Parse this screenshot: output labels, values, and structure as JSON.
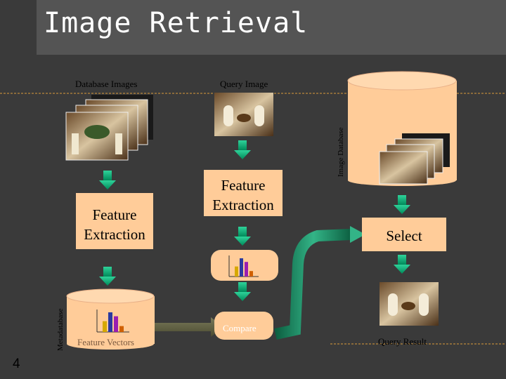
{
  "title": "Image Retrieval",
  "labels": {
    "database_images": "Database Images",
    "query_image": "Query Image",
    "image_database": "Image Database",
    "feature_extraction_left": "Feature Extraction",
    "feature_extraction_right": "Feature Extraction",
    "select": "Select",
    "metadatabase": "Metadatabase",
    "feature_vectors": "Feature Vectors",
    "compare": "Compare",
    "query_result": "Query Result"
  },
  "page_number": "4",
  "colors": {
    "background": "#3a3a3a",
    "title_band": "#545454",
    "box_fill": "#ffcc99",
    "arrow_fill": "#00a070",
    "curved_arrow": "#1e8a60"
  },
  "histogram_bars": [
    {
      "value": 0.55,
      "color": "#d6a800"
    },
    {
      "value": 1.0,
      "color": "#2a3aa0"
    },
    {
      "value": 0.8,
      "color": "#9a1eb0"
    },
    {
      "value": 0.3,
      "color": "#d06000"
    }
  ]
}
